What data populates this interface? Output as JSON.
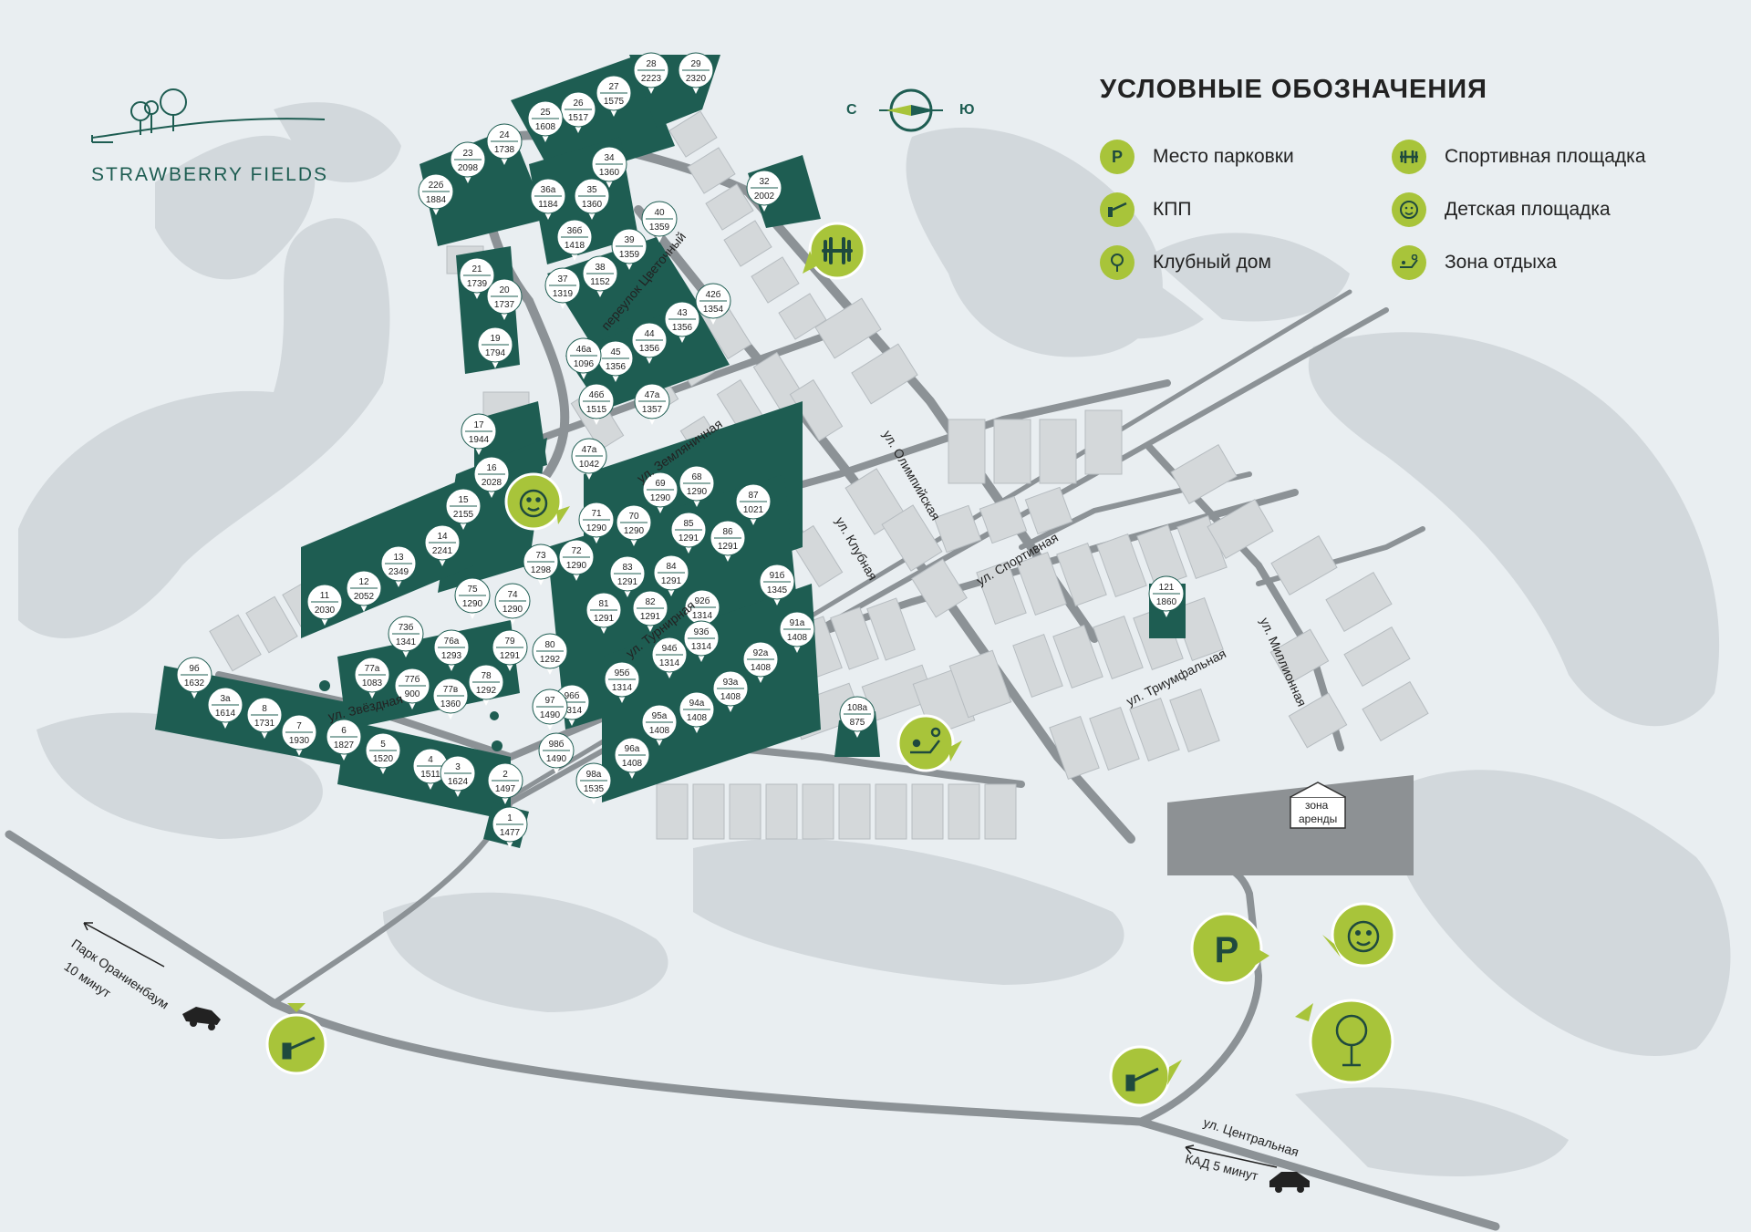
{
  "brand": {
    "name": "STRAWBERRY FIELDS"
  },
  "compass": {
    "north": "С",
    "south": "Ю"
  },
  "legend": {
    "title": "УСЛОВНЫЕ ОБОЗНАЧЕНИЯ",
    "items": [
      {
        "label": "Место парковки",
        "icon": "parking-icon",
        "symbol": "P"
      },
      {
        "label": "КПП",
        "icon": "checkpoint-barrier-icon",
        "symbol": ""
      },
      {
        "label": "Клубный дом",
        "icon": "golf-ball-icon",
        "symbol": ""
      },
      {
        "label": "Спортивная площадка",
        "icon": "dumbbell-icon",
        "symbol": ""
      },
      {
        "label": "Детская площадка",
        "icon": "child-face-icon",
        "symbol": ""
      },
      {
        "label": "Зона отдыха",
        "icon": "sunbed-icon",
        "symbol": ""
      }
    ]
  },
  "streets": [
    "переулок Цветочный",
    "ул. Земляничная",
    "ул. Олимпийская",
    "ул. Клубная",
    "ул. Спортивная",
    "ул. Турнирная",
    "ул. Звёздная",
    "ул. Триумфальная",
    "ул. Миллионная",
    "ул. Центральная"
  ],
  "notes": {
    "park": "Парк Ораниенбаум",
    "park_time": "10 минут",
    "kad": "КАД 5 минут",
    "rent_zone_1": "зона",
    "rent_zone_2": "аренды"
  },
  "plots": [
    {
      "n": "29",
      "a": "2320"
    },
    {
      "n": "28",
      "a": "2223"
    },
    {
      "n": "27",
      "a": "1575"
    },
    {
      "n": "26",
      "a": "1517"
    },
    {
      "n": "25",
      "a": "1608"
    },
    {
      "n": "24",
      "a": "1738"
    },
    {
      "n": "23",
      "a": "2098"
    },
    {
      "n": "22б",
      "a": "1884"
    },
    {
      "n": "34",
      "a": "1360"
    },
    {
      "n": "35",
      "a": "1360"
    },
    {
      "n": "36а",
      "a": "1184"
    },
    {
      "n": "36б",
      "a": "1418"
    },
    {
      "n": "40",
      "a": "1359"
    },
    {
      "n": "39",
      "a": "1359"
    },
    {
      "n": "38",
      "a": "1152"
    },
    {
      "n": "37",
      "a": "1319"
    },
    {
      "n": "32",
      "a": "2002"
    },
    {
      "n": "21",
      "a": "1739"
    },
    {
      "n": "20",
      "a": "1737"
    },
    {
      "n": "19",
      "a": "1794"
    },
    {
      "n": "42б",
      "a": "1354"
    },
    {
      "n": "43",
      "a": "1356"
    },
    {
      "n": "44",
      "a": "1356"
    },
    {
      "n": "45",
      "a": "1356"
    },
    {
      "n": "46а",
      "a": "1096"
    },
    {
      "n": "46б",
      "a": "1515"
    },
    {
      "n": "47а",
      "a": "1357"
    },
    {
      "n": "47а",
      "a": "1042"
    },
    {
      "n": "17",
      "a": "1944"
    },
    {
      "n": "16",
      "a": "2028"
    },
    {
      "n": "15",
      "a": "2155"
    },
    {
      "n": "14",
      "a": "2241"
    },
    {
      "n": "13",
      "a": "2349"
    },
    {
      "n": "12",
      "a": "2052"
    },
    {
      "n": "11",
      "a": "2030"
    },
    {
      "n": "69",
      "a": "1290"
    },
    {
      "n": "68",
      "a": "1290"
    },
    {
      "n": "87",
      "a": "1021"
    },
    {
      "n": "71",
      "a": "1290"
    },
    {
      "n": "70",
      "a": "1290"
    },
    {
      "n": "85",
      "a": "1291"
    },
    {
      "n": "86",
      "a": "1291"
    },
    {
      "n": "73",
      "a": "1298"
    },
    {
      "n": "72",
      "a": "1290"
    },
    {
      "n": "83",
      "a": "1291"
    },
    {
      "n": "84",
      "a": "1291"
    },
    {
      "n": "91б",
      "a": "1345"
    },
    {
      "n": "75",
      "a": "1290"
    },
    {
      "n": "74",
      "a": "1290"
    },
    {
      "n": "81",
      "a": "1291"
    },
    {
      "n": "82",
      "a": "1291"
    },
    {
      "n": "92б",
      "a": "1314"
    },
    {
      "n": "93б",
      "a": "1314"
    },
    {
      "n": "91а",
      "a": "1408"
    },
    {
      "n": "73б",
      "a": "1341"
    },
    {
      "n": "76а",
      "a": "1293"
    },
    {
      "n": "79",
      "a": "1291"
    },
    {
      "n": "80",
      "a": "1292"
    },
    {
      "n": "94б",
      "a": "1314"
    },
    {
      "n": "92а",
      "a": "1408"
    },
    {
      "n": "77а",
      "a": "1083"
    },
    {
      "n": "77б",
      "a": "900"
    },
    {
      "n": "77в",
      "a": "1360"
    },
    {
      "n": "78",
      "a": "1292"
    },
    {
      "n": "95б",
      "a": "1314"
    },
    {
      "n": "93а",
      "a": "1408"
    },
    {
      "n": "96б",
      "a": "1314"
    },
    {
      "n": "97",
      "a": "1490"
    },
    {
      "n": "94а",
      "a": "1408"
    },
    {
      "n": "95а",
      "a": "1408"
    },
    {
      "n": "96а",
      "a": "1408"
    },
    {
      "n": "98б",
      "a": "1490"
    },
    {
      "n": "98а",
      "a": "1535"
    },
    {
      "n": "108а",
      "a": "875"
    },
    {
      "n": "121",
      "a": "1860"
    },
    {
      "n": "9б",
      "a": "1632"
    },
    {
      "n": "3а",
      "a": "1614"
    },
    {
      "n": "8",
      "a": "1731"
    },
    {
      "n": "7",
      "a": "1930"
    },
    {
      "n": "6",
      "a": "1827"
    },
    {
      "n": "5",
      "a": "1520"
    },
    {
      "n": "4",
      "a": "1511"
    },
    {
      "n": "3",
      "a": "1624"
    },
    {
      "n": "2",
      "a": "1497"
    },
    {
      "n": "1",
      "a": "1477"
    }
  ],
  "colors": {
    "background": "#e9eef1",
    "terrain": "#d2d8dc",
    "road": "#8c9296",
    "plot_free": "#d4d8da",
    "plot_sold": "#1e5d52",
    "accent": "#a8c43a",
    "rent_zone": "#8d9194"
  }
}
